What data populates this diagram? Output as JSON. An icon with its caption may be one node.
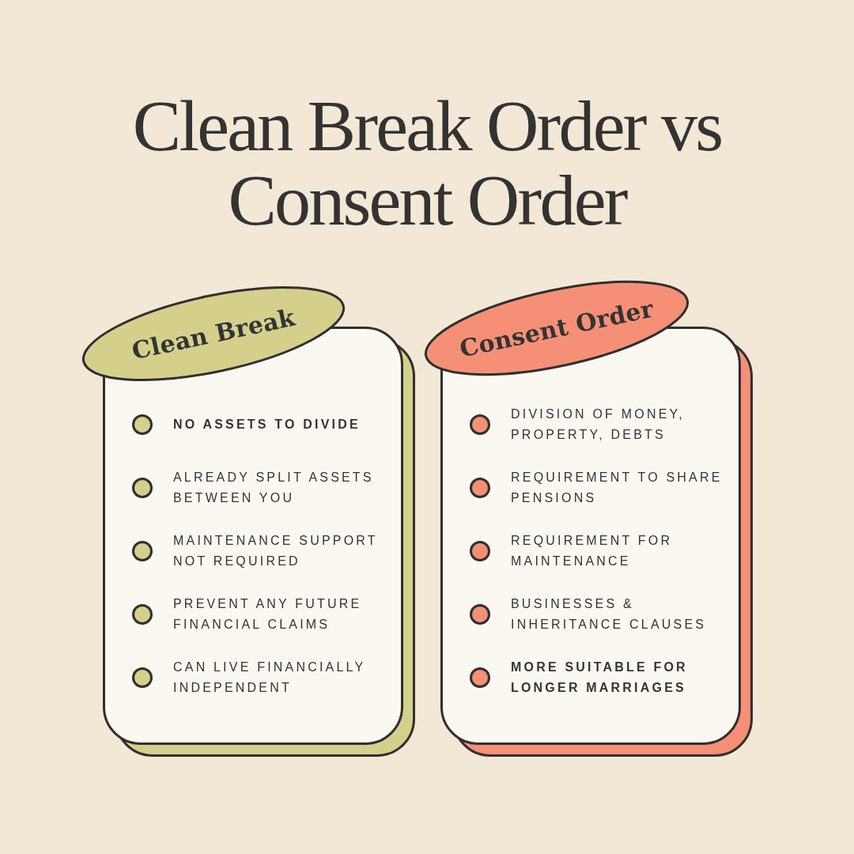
{
  "diagram": {
    "title": "Clean Break Order vs Consent Order",
    "nodes": [
      {
        "text": [
          "Clean Break"
        ]
      },
      {
        "text": [
          "**NO ASSETS TO DIVIDE**",
          "ALREADY SPLIT ASSETS BETWEEN YOU",
          "MAINTENANCE SUPPORT NOT REQUIRED",
          "PREVENT ANY FUTURE FINANCIAL CLAIMS",
          "CAN LIVE FINANCIALLY INDEPENDENT"
        ]
      },
      {
        "text": [
          "Consent Order"
        ]
      },
      {
        "text": [
          "DIVISION OF MONEY, PROPERTY, DEBTS",
          "REQUIREMENT TO SHARE PENSIONS",
          "REQUIREMENT FOR MAINTENANCE",
          "BUSINESSES & INHERITANCE CLAUSES",
          "**MORE SUITABLE FOR LONGER MARRIAGES**"
        ]
      }
    ]
  }
}
